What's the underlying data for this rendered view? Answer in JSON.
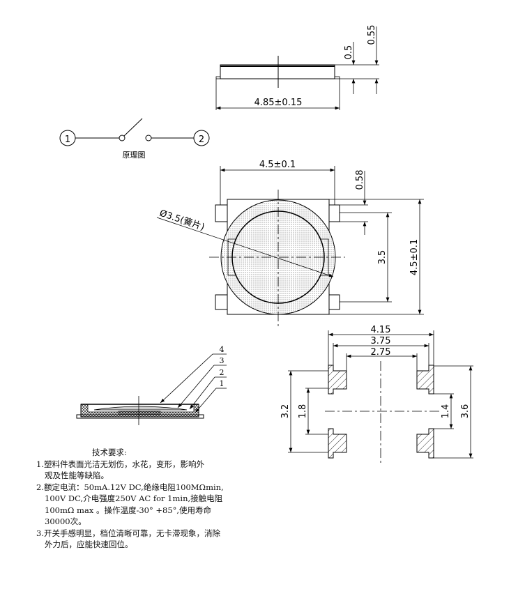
{
  "side_view": {
    "width_dim": "4.85±0.15",
    "height_dim_1": "0.5",
    "height_dim_2": "0.55"
  },
  "schematic": {
    "terminal_1": "1",
    "terminal_2": "2",
    "caption": "原理图"
  },
  "top_view": {
    "width_dim": "4.5±0.1",
    "pin_dim": "0.58",
    "inner_dim": "3.5",
    "height_dim": "4.5±0.1",
    "dome_label": "Ø3.5(簧片)"
  },
  "section_view": {
    "callouts": [
      "4",
      "3",
      "2",
      "1"
    ]
  },
  "footprint": {
    "dim_outer_width": "4.15",
    "dim_mid_width": "3.75",
    "dim_inner_width": "2.75",
    "dim_left_outer": "3.2",
    "dim_left_inner": "1.8",
    "dim_right_inner": "1.4",
    "dim_right_outer": "3.6"
  },
  "requirements": {
    "title": "技术要求:",
    "items": [
      [
        "1.塑料件表面光洁无划伤，水花，变形，影响外",
        "观及性能等缺陷。"
      ],
      [
        "2.额定电流：50mA.12V DC,绝缘电阻100MΩmin,",
        "100V DC,介电强度250V AC for 1min,接触电阻",
        "100mΩ  max 。操作温度-30° +85°,使用寿命",
        "30000次。"
      ],
      [
        "3.开关手感明显，档位清晰可靠，无卡滞现象，消除",
        "外力后，应能快速回位。"
      ]
    ]
  }
}
